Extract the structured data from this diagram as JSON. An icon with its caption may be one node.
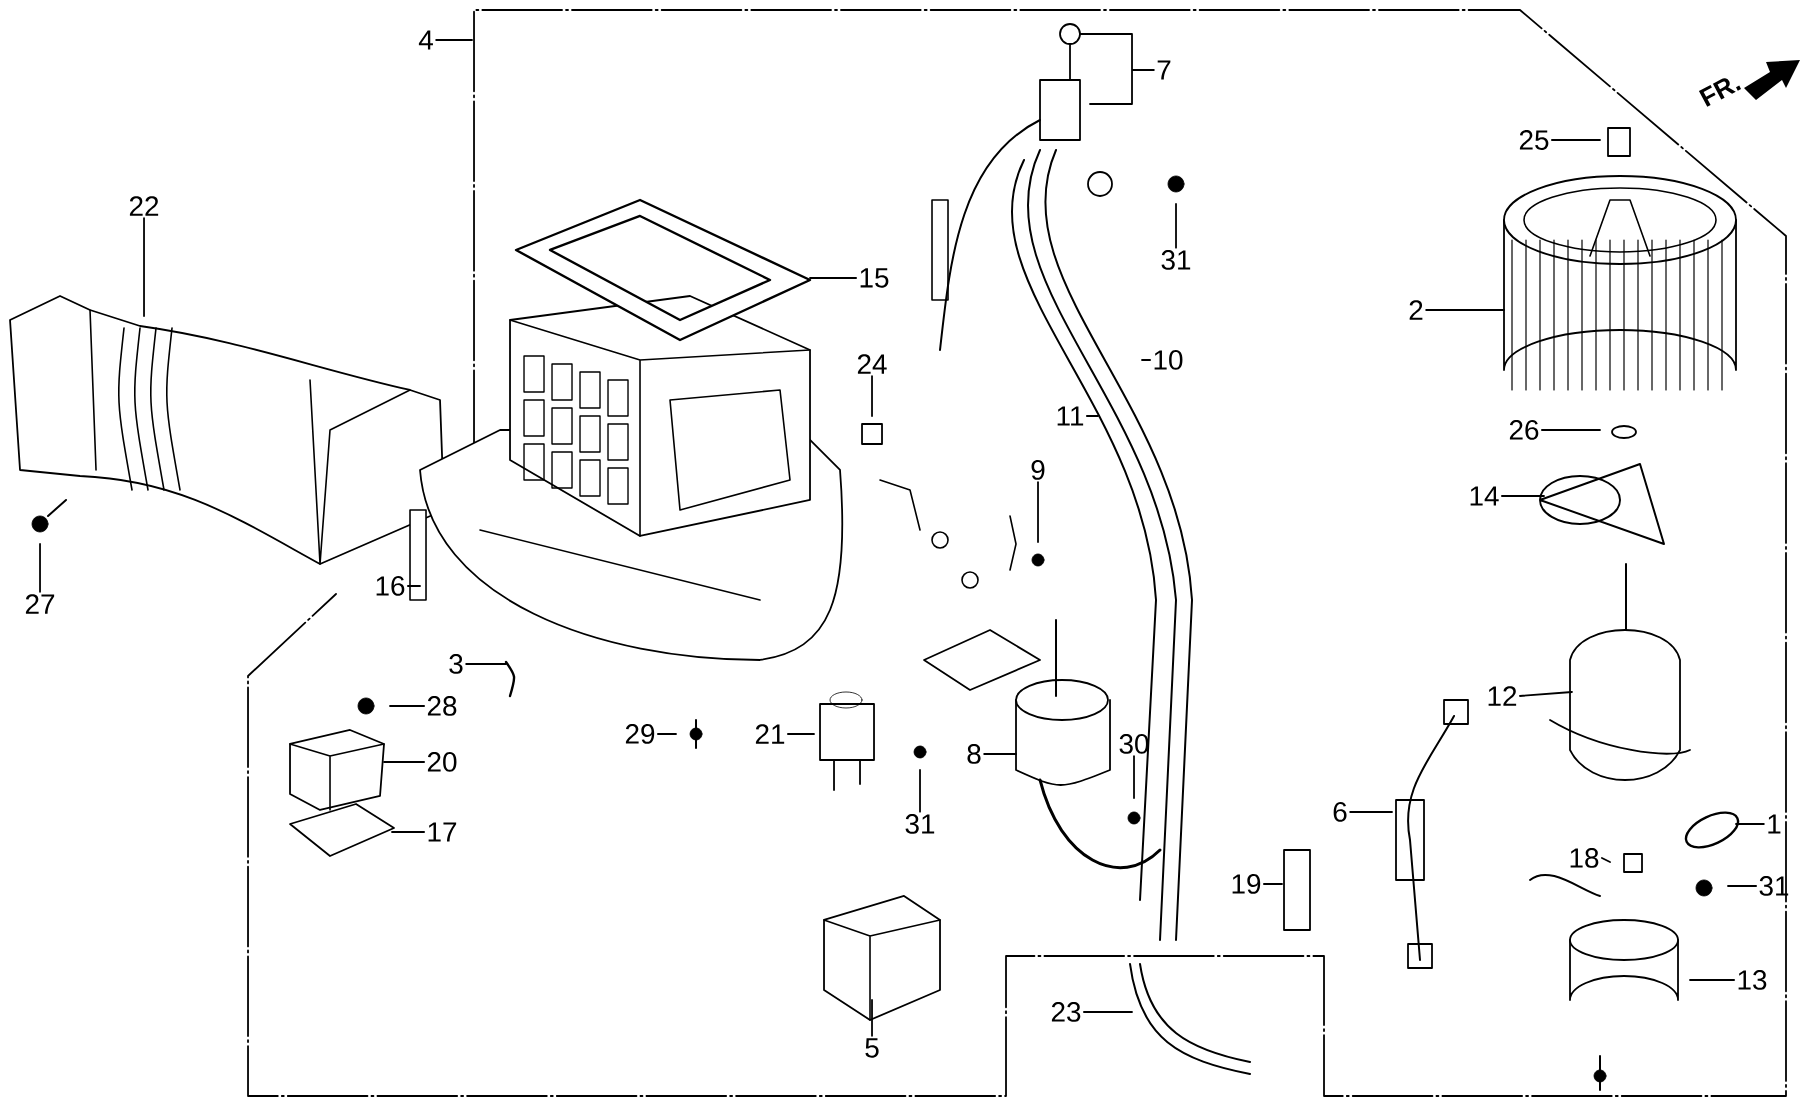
{
  "diagram": {
    "nodes": [
      {
        "text": [
          "4"
        ]
      },
      {
        "text": [
          "7"
        ]
      },
      {
        "text": [
          "25"
        ]
      },
      {
        "text": [
          "22"
        ]
      },
      {
        "text": [
          "15"
        ]
      },
      {
        "text": [
          "31"
        ]
      },
      {
        "text": [
          "2"
        ]
      },
      {
        "text": [
          "10"
        ]
      },
      {
        "text": [
          "24"
        ]
      },
      {
        "text": [
          "11"
        ]
      },
      {
        "text": [
          "26"
        ]
      },
      {
        "text": [
          "9"
        ]
      },
      {
        "text": [
          "14"
        ]
      },
      {
        "text": [
          "16"
        ]
      },
      {
        "text": [
          "27"
        ]
      },
      {
        "text": [
          "3"
        ]
      },
      {
        "text": [
          "12"
        ]
      },
      {
        "text": [
          "28"
        ]
      },
      {
        "text": [
          "29"
        ]
      },
      {
        "text": [
          "21"
        ]
      },
      {
        "text": [
          "8"
        ]
      },
      {
        "text": [
          "30"
        ]
      },
      {
        "text": [
          "20"
        ]
      },
      {
        "text": [
          "31"
        ]
      },
      {
        "text": [
          "6"
        ]
      },
      {
        "text": [
          "1"
        ]
      },
      {
        "text": [
          "17"
        ]
      },
      {
        "text": [
          "18"
        ]
      },
      {
        "text": [
          "31"
        ]
      },
      {
        "text": [
          "19"
        ]
      },
      {
        "text": [
          "13"
        ]
      },
      {
        "text": [
          "23"
        ]
      },
      {
        "text": [
          "5"
        ]
      }
    ],
    "edges": [
      {
        "from": 0,
        "to": null,
        "arrow": "none"
      },
      {
        "from": 1,
        "to": null,
        "arrow": "none"
      },
      {
        "from": 2,
        "to": null,
        "arrow": "none"
      },
      {
        "from": 3,
        "to": null,
        "arrow": "none"
      },
      {
        "from": 4,
        "to": null,
        "arrow": "none"
      },
      {
        "from": 5,
        "to": null,
        "arrow": "none"
      },
      {
        "from": 6,
        "to": null,
        "arrow": "none"
      },
      {
        "from": 7,
        "to": null,
        "arrow": "none"
      },
      {
        "from": 8,
        "to": null,
        "arrow": "none"
      },
      {
        "from": 9,
        "to": null,
        "arrow": "none"
      },
      {
        "from": 10,
        "to": null,
        "arrow": "none"
      },
      {
        "from": 11,
        "to": null,
        "arrow": "none"
      },
      {
        "from": 12,
        "to": null,
        "arrow": "none"
      },
      {
        "from": 13,
        "to": null,
        "arrow": "none"
      },
      {
        "from": 14,
        "to": null,
        "arrow": "none"
      },
      {
        "from": 15,
        "to": null,
        "arrow": "none"
      },
      {
        "from": 16,
        "to": null,
        "arrow": "none"
      },
      {
        "from": 17,
        "to": null,
        "arrow": "none"
      },
      {
        "from": 18,
        "to": null,
        "arrow": "none"
      },
      {
        "from": 19,
        "to": null,
        "arrow": "none"
      },
      {
        "from": 20,
        "to": null,
        "arrow": "none"
      },
      {
        "from": 21,
        "to": null,
        "arrow": "none"
      },
      {
        "from": 22,
        "to": null,
        "arrow": "none"
      },
      {
        "from": 23,
        "to": null,
        "arrow": "none"
      },
      {
        "from": 24,
        "to": null,
        "arrow": "none"
      },
      {
        "from": 25,
        "to": null,
        "arrow": "none"
      },
      {
        "from": 26,
        "to": null,
        "arrow": "none"
      },
      {
        "from": 27,
        "to": null,
        "arrow": "none"
      },
      {
        "from": 28,
        "to": null,
        "arrow": "none"
      },
      {
        "from": 29,
        "to": null,
        "arrow": "none"
      },
      {
        "from": 30,
        "to": null,
        "arrow": "none"
      },
      {
        "from": 31,
        "to": null,
        "arrow": "none"
      },
      {
        "from": 32,
        "to": null,
        "arrow": "none"
      }
    ],
    "labels": [
      "FR."
    ]
  }
}
